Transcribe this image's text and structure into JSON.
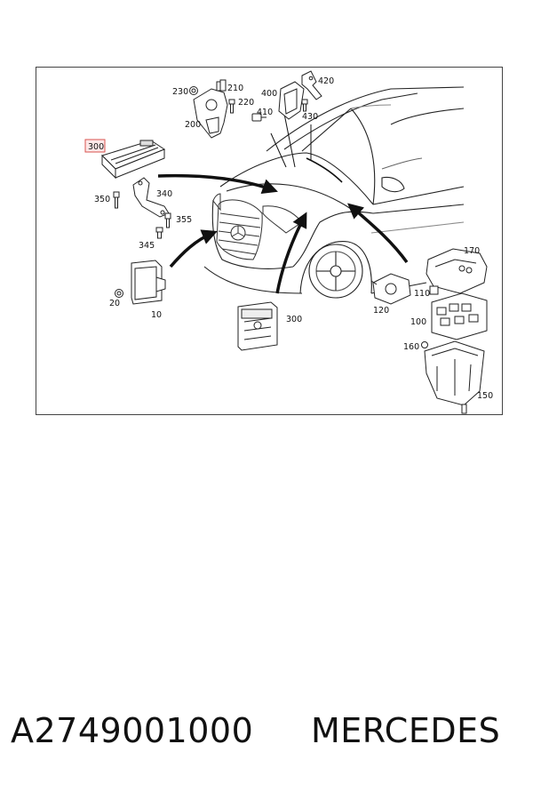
{
  "diagram": {
    "callouts": [
      {
        "id": "c10",
        "text": "10"
      },
      {
        "id": "c20",
        "text": "20"
      },
      {
        "id": "c100",
        "text": "100"
      },
      {
        "id": "c110",
        "text": "110"
      },
      {
        "id": "c120",
        "text": "120"
      },
      {
        "id": "c150",
        "text": "150"
      },
      {
        "id": "c160",
        "text": "160"
      },
      {
        "id": "c170",
        "text": "170"
      },
      {
        "id": "c200",
        "text": "200"
      },
      {
        "id": "c210",
        "text": "210"
      },
      {
        "id": "c220",
        "text": "220"
      },
      {
        "id": "c230",
        "text": "230"
      },
      {
        "id": "c300a",
        "text": "300"
      },
      {
        "id": "c300b",
        "text": "300"
      },
      {
        "id": "c340",
        "text": "340"
      },
      {
        "id": "c345",
        "text": "345"
      },
      {
        "id": "c350",
        "text": "350"
      },
      {
        "id": "c355",
        "text": "355"
      },
      {
        "id": "c400",
        "text": "400"
      },
      {
        "id": "c410",
        "text": "410"
      },
      {
        "id": "c420",
        "text": "420"
      },
      {
        "id": "c430",
        "text": "430"
      }
    ],
    "highlight_color": "#d9534f"
  },
  "caption": {
    "part_number": "A2749001000",
    "brand": "MERCEDES"
  }
}
